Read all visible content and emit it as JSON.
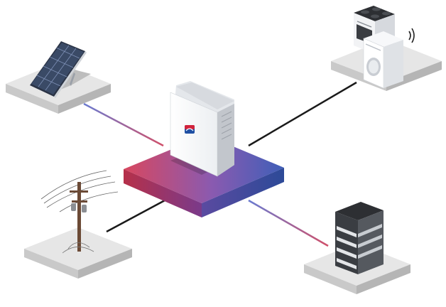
{
  "diagram": {
    "hub": {
      "icon": "inverter-icon",
      "logo_colors": [
        "#d2233c",
        "#1f4fa3"
      ]
    },
    "nodes": [
      {
        "id": "solar",
        "icon": "solar-panel-icon"
      },
      {
        "id": "appliances",
        "icon": "household-appliances-icon"
      },
      {
        "id": "grid",
        "icon": "utility-pole-icon"
      },
      {
        "id": "battery",
        "icon": "battery-storage-icon"
      }
    ],
    "colors": {
      "platform_red": "#d8475f",
      "platform_blue": "#3f5fb8",
      "ac_line": "#1a1a1a",
      "dc_line_start": "#6a7bd0",
      "dc_line_end": "#d0506a",
      "node_platform": "#d9d9d9"
    }
  }
}
